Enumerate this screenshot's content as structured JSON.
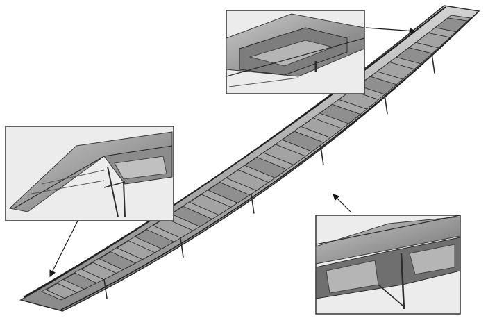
{
  "figure": {
    "type": "engineering-3d-render",
    "subject": "curved-girder-bridge-deck",
    "colors": {
      "background": "#ffffff",
      "deck_top": "#bdbdbd",
      "deck_dark": "#5a5a5a",
      "panel": "#9a9a9a",
      "frame": "#2c2c2c",
      "inset_border": "#333333",
      "arrow": "#1a1a1a"
    },
    "insets": [
      {
        "id": "inset-top-detail",
        "points_to": "far-end"
      },
      {
        "id": "inset-left-detail",
        "points_to": "near-end"
      },
      {
        "id": "inset-bottom-detail",
        "points_to": "mid-span"
      }
    ]
  }
}
